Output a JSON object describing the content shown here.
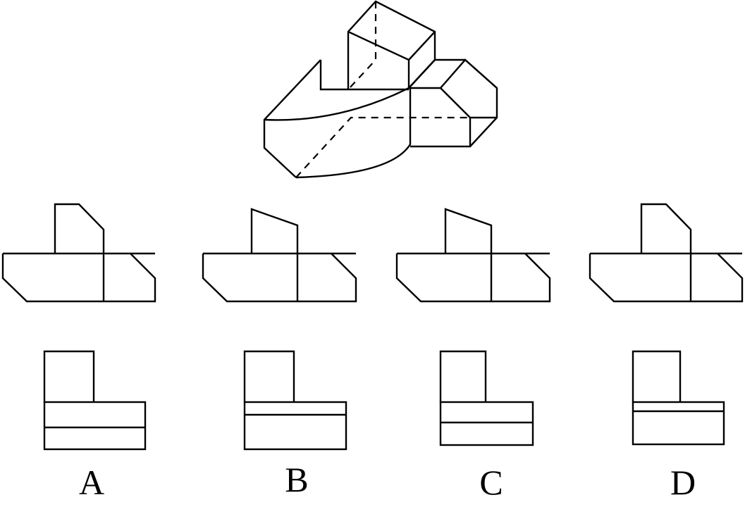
{
  "options": [
    {
      "label": "A"
    },
    {
      "label": "B"
    },
    {
      "label": "C"
    },
    {
      "label": "D"
    }
  ]
}
